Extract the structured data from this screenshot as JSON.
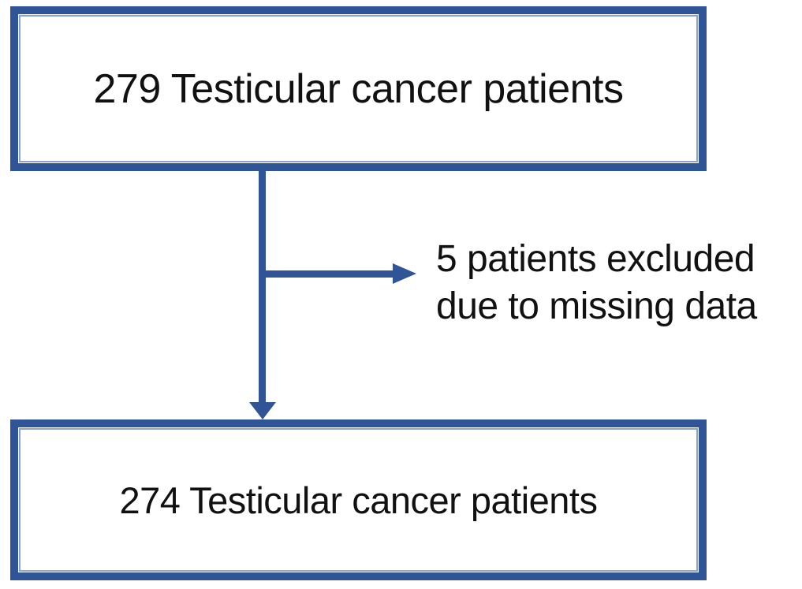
{
  "diagram": {
    "type": "patient-flow",
    "boxes": {
      "top": {
        "label": "279 Testicular cancer patients"
      },
      "bottom": {
        "label": "274 Testicular cancer patients"
      }
    },
    "exclusion_note": {
      "line1": "5 patients excluded",
      "line2": "due to missing data"
    },
    "flow": {
      "edges": [
        {
          "from": "top",
          "to": "bottom",
          "direction": "down"
        },
        {
          "from": "main-arrow",
          "to": "exclusion_note",
          "direction": "right"
        }
      ]
    },
    "colors": {
      "border_blue": "#2F5597",
      "border_blue_light": "#8EA4C8",
      "text": "#111111",
      "background": "#FFFFFF"
    }
  }
}
